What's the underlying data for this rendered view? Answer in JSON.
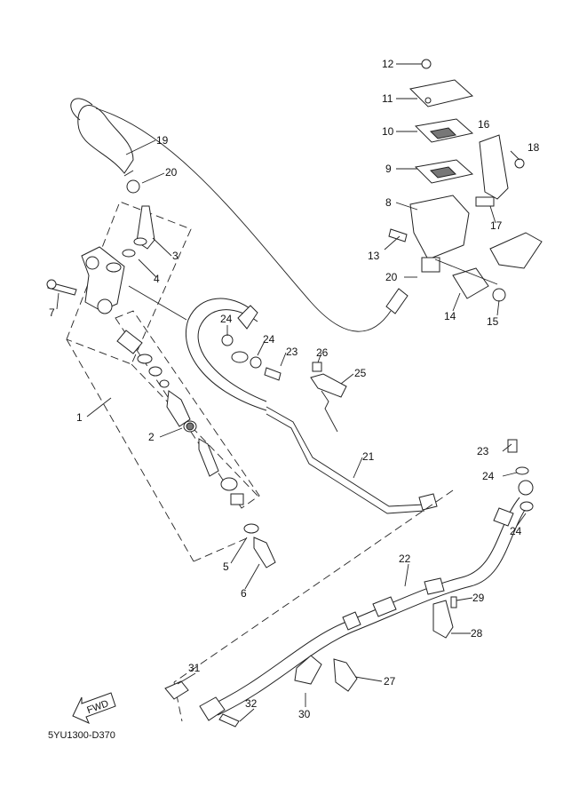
{
  "diagram": {
    "drawing_code": "5YU1300-D370",
    "fwd_label": "FWD",
    "callouts": [
      "1",
      "2",
      "3",
      "4",
      "5",
      "6",
      "7",
      "8",
      "9",
      "10",
      "11",
      "12",
      "13",
      "14",
      "15",
      "16",
      "17",
      "18",
      "19",
      "20",
      "20",
      "21",
      "22",
      "23",
      "23",
      "24",
      "24",
      "24",
      "24",
      "25",
      "26",
      "27",
      "28",
      "29",
      "30",
      "31",
      "32"
    ]
  }
}
